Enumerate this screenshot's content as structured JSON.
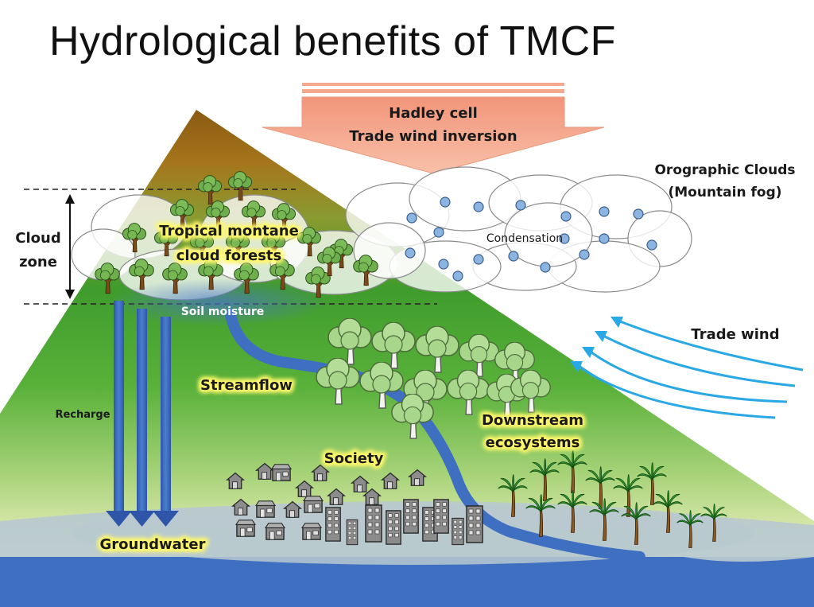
{
  "title": "Hydrological benefits of TMCF",
  "hadley": {
    "line1": "Hadley cell",
    "line2": "Trade wind inversion"
  },
  "clouds_label": {
    "line1": "Orographic Clouds",
    "line2": "(Mountain fog)"
  },
  "cloud_zone": {
    "line1": "Cloud",
    "line2": "zone"
  },
  "labels": {
    "tmcf_line1": "Tropical montane",
    "tmcf_line2": "cloud forests",
    "condensation": "Condensation",
    "soil_moisture": "Soil moisture",
    "trade_wind": "Trade wind",
    "streamflow": "Streamflow",
    "recharge": "Recharge",
    "downstream_line1": "Downstream",
    "downstream_line2": "ecosystems",
    "society": "Society",
    "groundwater": "Groundwater"
  },
  "colors": {
    "arrow_fill": "#f4a98c",
    "stream_blue": "#3e6fc0",
    "wind_blue": "#29a8e6",
    "sea_blue": "#3f6fc0",
    "groundwater_gray": "#b9c9cf",
    "label_glow": "#fff86a"
  }
}
